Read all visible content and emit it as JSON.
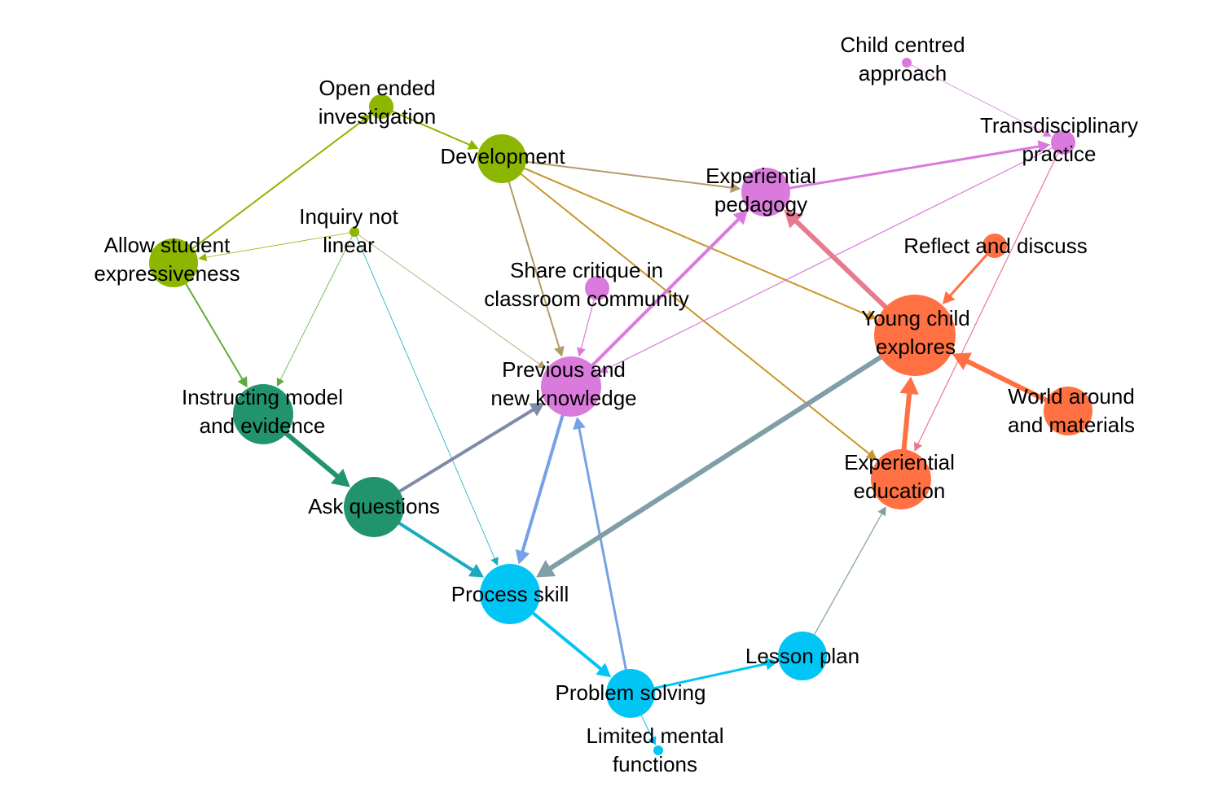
{
  "colors": {
    "green": "#8DB600",
    "teal": "#21946E",
    "cyan": "#00C5F5",
    "pink": "#DA7ADD",
    "orange": "#FF7043",
    "tan": "#B39B6B",
    "gold": "#C9962A",
    "slate": "#7F9EA6",
    "blue": "#75A2E6",
    "rose": "#E87A8E",
    "purplegrey": "#7F8AA8",
    "aqua": "#1AABBE",
    "leaf": "#5FAB3D"
  },
  "nodes": [
    {
      "id": "open",
      "lines": [
        "Open ended",
        "investigation"
      ],
      "color": "green",
      "size": 2
    },
    {
      "id": "dev",
      "lines": [
        "Development"
      ],
      "color": "green",
      "size": 3
    },
    {
      "id": "allow",
      "lines": [
        "Allow student",
        "expressiveness"
      ],
      "color": "green",
      "size": 3
    },
    {
      "id": "inquiry",
      "lines": [
        "Inquiry not",
        "linear"
      ],
      "color": "green",
      "size": 1
    },
    {
      "id": "instruct",
      "lines": [
        "Instructing model",
        "and evidence"
      ],
      "color": "teal",
      "size": 4
    },
    {
      "id": "ask",
      "lines": [
        "Ask questions"
      ],
      "color": "teal",
      "size": 4
    },
    {
      "id": "process",
      "lines": [
        "Process skill"
      ],
      "color": "cyan",
      "size": 4
    },
    {
      "id": "problem",
      "lines": [
        "Problem solving"
      ],
      "color": "cyan",
      "size": 3
    },
    {
      "id": "limited",
      "lines": [
        "Limited mental",
        "functions"
      ],
      "color": "cyan",
      "size": 1
    },
    {
      "id": "lesson",
      "lines": [
        "Lesson plan"
      ],
      "color": "cyan",
      "size": 3
    },
    {
      "id": "share",
      "lines": [
        "Share critique in",
        "classroom community"
      ],
      "color": "pink",
      "size": 2
    },
    {
      "id": "prev",
      "lines": [
        "Previous and",
        "new knowledge"
      ],
      "color": "pink",
      "size": 4
    },
    {
      "id": "exped",
      "lines": [
        "Experiential",
        "pedagogy"
      ],
      "color": "pink",
      "size": 3
    },
    {
      "id": "child",
      "lines": [
        "Child centred",
        "approach"
      ],
      "color": "pink",
      "size": 1
    },
    {
      "id": "trans",
      "lines": [
        "Transdisciplinary",
        "practice"
      ],
      "color": "pink",
      "size": 2
    },
    {
      "id": "reflect",
      "lines": [
        "Reflect and discuss"
      ],
      "color": "orange",
      "size": 2
    },
    {
      "id": "young",
      "lines": [
        "Young child",
        "explores"
      ],
      "color": "orange",
      "size": 5
    },
    {
      "id": "world",
      "lines": [
        "World around",
        "and materials"
      ],
      "color": "orange",
      "size": 3
    },
    {
      "id": "expedu",
      "lines": [
        "Experiential",
        "education"
      ],
      "color": "orange",
      "size": 4
    }
  ],
  "edges": [
    {
      "from": "open",
      "to": "dev",
      "color": "green",
      "weight": 2
    },
    {
      "from": "allow",
      "to": "open",
      "color": "green",
      "weight": 2
    },
    {
      "from": "allow",
      "to": "instruct",
      "color": "leaf",
      "weight": 2
    },
    {
      "from": "inquiry",
      "to": "allow",
      "color": "green",
      "weight": 0.4
    },
    {
      "from": "inquiry",
      "to": "instruct",
      "color": "leaf",
      "weight": 0.4
    },
    {
      "from": "inquiry",
      "to": "process",
      "color": "aqua",
      "weight": 0.4
    },
    {
      "from": "inquiry",
      "to": "prev",
      "color": "tan",
      "weight": 0.4
    },
    {
      "from": "dev",
      "to": "exped",
      "color": "tan",
      "weight": 2
    },
    {
      "from": "dev",
      "to": "prev",
      "color": "tan",
      "weight": 2
    },
    {
      "from": "dev",
      "to": "young",
      "color": "gold",
      "weight": 2
    },
    {
      "from": "dev",
      "to": "expedu",
      "color": "gold",
      "weight": 2
    },
    {
      "from": "instruct",
      "to": "ask",
      "color": "teal",
      "weight": 6
    },
    {
      "from": "ask",
      "to": "prev",
      "color": "purplegrey",
      "weight": 4
    },
    {
      "from": "ask",
      "to": "process",
      "color": "aqua",
      "weight": 4
    },
    {
      "from": "process",
      "to": "problem",
      "color": "cyan",
      "weight": 4
    },
    {
      "from": "problem",
      "to": "prev",
      "color": "blue",
      "weight": 3
    },
    {
      "from": "problem",
      "to": "lesson",
      "color": "cyan",
      "weight": 3
    },
    {
      "from": "problem",
      "to": "limited",
      "color": "cyan",
      "weight": 1
    },
    {
      "from": "lesson",
      "to": "expedu",
      "color": "slate",
      "weight": 1.2
    },
    {
      "from": "prev",
      "to": "process",
      "color": "blue",
      "weight": 4
    },
    {
      "from": "prev",
      "to": "exped",
      "color": "pink",
      "weight": 4
    },
    {
      "from": "share",
      "to": "prev",
      "color": "pink",
      "weight": 1.2
    },
    {
      "from": "exped",
      "to": "trans",
      "color": "pink",
      "weight": 3
    },
    {
      "from": "trans",
      "to": "prev",
      "color": "pink",
      "weight": 1.2
    },
    {
      "from": "child",
      "to": "trans",
      "color": "pink",
      "weight": 0.8
    },
    {
      "from": "trans",
      "to": "expedu",
      "color": "rose",
      "weight": 1.2
    },
    {
      "from": "young",
      "to": "exped",
      "color": "rose",
      "weight": 6
    },
    {
      "from": "young",
      "to": "process",
      "color": "slate",
      "weight": 6
    },
    {
      "from": "reflect",
      "to": "young",
      "color": "orange",
      "weight": 3
    },
    {
      "from": "world",
      "to": "young",
      "color": "orange",
      "weight": 6
    },
    {
      "from": "expedu",
      "to": "young",
      "color": "orange",
      "weight": 6
    }
  ]
}
